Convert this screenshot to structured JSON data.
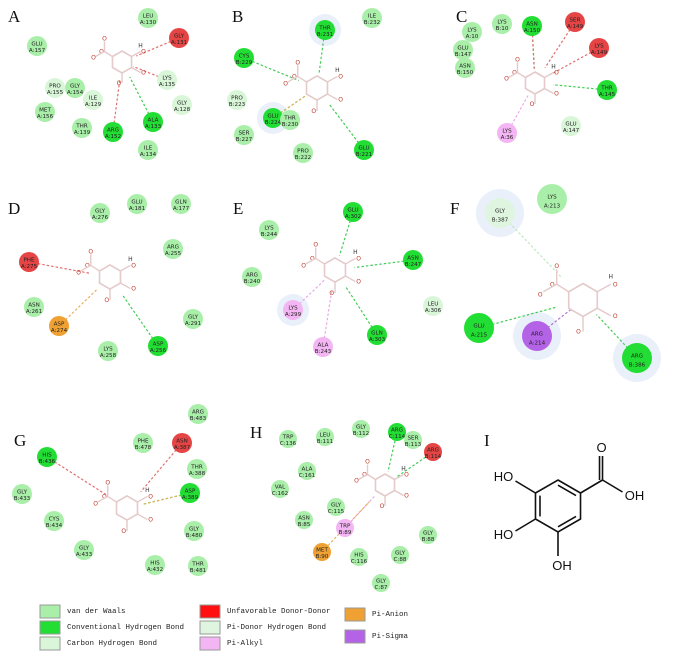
{
  "colors": {
    "vdw": "#a9efa9",
    "conv": "#22dd33",
    "carbon": "#d9f6d9",
    "unfav": "#e64545",
    "pidonor": "#dff5df",
    "pialkyl": "#f3b5f3",
    "pianion": "#f0a133",
    "pisigma": "#b463e6",
    "unfav_box": "#ff1010"
  },
  "panels": [
    {
      "label": "A",
      "residues": [
        {
          "res": "LEU",
          "id": "A:130",
          "type": "vdw"
        },
        {
          "res": "GLY",
          "id": "A:131",
          "type": "unfav"
        },
        {
          "res": "GLU",
          "id": "A:157",
          "type": "vdw"
        },
        {
          "res": "PRO",
          "id": "A:155",
          "type": "carbon"
        },
        {
          "res": "GLY",
          "id": "A:154",
          "type": "vdw"
        },
        {
          "res": "ILE",
          "id": "A:129",
          "type": "carbon"
        },
        {
          "res": "LYS",
          "id": "A:135",
          "type": "carbon"
        },
        {
          "res": "GLY",
          "id": "A:128",
          "type": "carbon"
        },
        {
          "res": "MET",
          "id": "A:156",
          "type": "vdw"
        },
        {
          "res": "THR",
          "id": "A:139",
          "type": "vdw"
        },
        {
          "res": "ARG",
          "id": "A:152",
          "type": "conv"
        },
        {
          "res": "ALA",
          "id": "A:133",
          "type": "conv"
        },
        {
          "res": "ILE",
          "id": "A:134",
          "type": "vdw"
        }
      ]
    },
    {
      "label": "B",
      "residues": [
        {
          "res": "THR",
          "id": "B:231",
          "type": "conv"
        },
        {
          "res": "ILE",
          "id": "B:232",
          "type": "vdw"
        },
        {
          "res": "CYS",
          "id": "B:229",
          "type": "conv"
        },
        {
          "res": "PRO",
          "id": "B:223",
          "type": "carbon"
        },
        {
          "res": "GLU",
          "id": "B:224",
          "type": "conv"
        },
        {
          "res": "THR",
          "id": "B:230",
          "type": "vdw"
        },
        {
          "res": "SER",
          "id": "B:227",
          "type": "vdw"
        },
        {
          "res": "PRO",
          "id": "B:222",
          "type": "vdw"
        },
        {
          "res": "GLU",
          "id": "B:221",
          "type": "conv"
        }
      ]
    },
    {
      "label": "C",
      "residues": [
        {
          "res": "LYS",
          "id": "A:10",
          "type": "vdw"
        },
        {
          "res": "LYS",
          "id": "B:10",
          "type": "vdw"
        },
        {
          "res": "ASN",
          "id": "A:150",
          "type": "conv"
        },
        {
          "res": "SER",
          "id": "A:149",
          "type": "unfav"
        },
        {
          "res": "LYS",
          "id": "A:149",
          "type": "unfav"
        },
        {
          "res": "ASN",
          "id": "B:150",
          "type": "vdw"
        },
        {
          "res": "THR",
          "id": "A:145",
          "type": "conv"
        },
        {
          "res": "GLU",
          "id": "A:147",
          "type": "carbon"
        },
        {
          "res": "LYS",
          "id": "A:36",
          "type": "pialkyl"
        },
        {
          "res": "GLU",
          "id": "B:147",
          "type": "vdw"
        }
      ]
    },
    {
      "label": "D",
      "residues": [
        {
          "res": "GLY",
          "id": "A:276",
          "type": "vdw"
        },
        {
          "res": "GLU",
          "id": "A:181",
          "type": "vdw"
        },
        {
          "res": "GLN",
          "id": "A:177",
          "type": "vdw"
        },
        {
          "res": "ARG",
          "id": "A:255",
          "type": "vdw"
        },
        {
          "res": "PHE",
          "id": "A:275",
          "type": "unfav"
        },
        {
          "res": "ASN",
          "id": "A:261",
          "type": "vdw"
        },
        {
          "res": "ASP",
          "id": "A:274",
          "type": "pianion"
        },
        {
          "res": "GLY",
          "id": "A:291",
          "type": "vdw"
        },
        {
          "res": "LYS",
          "id": "A:258",
          "type": "vdw"
        },
        {
          "res": "ASP",
          "id": "A:256",
          "type": "conv"
        }
      ]
    },
    {
      "label": "E",
      "residues": [
        {
          "res": "GLU",
          "id": "A:302",
          "type": "conv"
        },
        {
          "res": "LYS",
          "id": "B:244",
          "type": "vdw"
        },
        {
          "res": "ARG",
          "id": "B:240",
          "type": "vdw"
        },
        {
          "res": "ASN",
          "id": "B:247",
          "type": "conv"
        },
        {
          "res": "LYS",
          "id": "A:299",
          "type": "pialkyl"
        },
        {
          "res": "LEU",
          "id": "A:306",
          "type": "carbon"
        },
        {
          "res": "GLN",
          "id": "A:303",
          "type": "conv"
        },
        {
          "res": "ALA",
          "id": "B:243",
          "type": "pialkyl"
        }
      ]
    },
    {
      "label": "F",
      "residues": [
        {
          "res": "GLY",
          "id": "B:387",
          "type": "pidonor"
        },
        {
          "res": "LYS",
          "id": "A:213",
          "type": "vdw"
        },
        {
          "res": "GLU",
          "id": "A:215",
          "type": "conv"
        },
        {
          "res": "ARG",
          "id": "A:214",
          "type": "pisigma"
        },
        {
          "res": "ARG",
          "id": "B:386",
          "type": "conv"
        }
      ]
    },
    {
      "label": "G",
      "residues": [
        {
          "res": "ARG",
          "id": "B:483",
          "type": "vdw"
        },
        {
          "res": "PHE",
          "id": "B:478",
          "type": "vdw"
        },
        {
          "res": "ASN",
          "id": "A:387",
          "type": "unfav"
        },
        {
          "res": "HIS",
          "id": "B:436",
          "type": "conv"
        },
        {
          "res": "THR",
          "id": "A:388",
          "type": "vdw"
        },
        {
          "res": "ASP",
          "id": "A:389",
          "type": "conv"
        },
        {
          "res": "GLY",
          "id": "B:433",
          "type": "vdw"
        },
        {
          "res": "CYS",
          "id": "B:434",
          "type": "vdw"
        },
        {
          "res": "GLY",
          "id": "B:480",
          "type": "vdw"
        },
        {
          "res": "GLY",
          "id": "A:433",
          "type": "vdw"
        },
        {
          "res": "HIS",
          "id": "A:432",
          "type": "vdw"
        },
        {
          "res": "THR",
          "id": "B:481",
          "type": "vdw"
        }
      ]
    },
    {
      "label": "H",
      "residues": [
        {
          "res": "TRP",
          "id": "C:136",
          "type": "vdw"
        },
        {
          "res": "LEU",
          "id": "B:111",
          "type": "vdw"
        },
        {
          "res": "GLY",
          "id": "B:112",
          "type": "vdw"
        },
        {
          "res": "ARG",
          "id": "C:114",
          "type": "conv"
        },
        {
          "res": "SER",
          "id": "B:113",
          "type": "vdw"
        },
        {
          "res": "ARG",
          "id": "B:114",
          "type": "unfav"
        },
        {
          "res": "ALA",
          "id": "C:161",
          "type": "vdw"
        },
        {
          "res": "VAL",
          "id": "C:162",
          "type": "vdw"
        },
        {
          "res": "GLY",
          "id": "C:115",
          "type": "vdw"
        },
        {
          "res": "ASN",
          "id": "B:85",
          "type": "vdw"
        },
        {
          "res": "TRP",
          "id": "B:89",
          "type": "pialkyl"
        },
        {
          "res": "GLY",
          "id": "B:88",
          "type": "vdw"
        },
        {
          "res": "MET",
          "id": "B:90",
          "type": "pianion"
        },
        {
          "res": "HIS",
          "id": "C:116",
          "type": "vdw"
        },
        {
          "res": "GLY",
          "id": "C:88",
          "type": "vdw"
        },
        {
          "res": "GLY",
          "id": "C:87",
          "type": "vdw"
        }
      ]
    }
  ],
  "ligand_atoms": {
    "o": "O",
    "h": "H"
  },
  "structure": {
    "label": "I",
    "carbonyl_o": "O",
    "oh_right": "OH",
    "ho_top": "HO",
    "ho_mid": "HO",
    "oh_bottom": "OH"
  },
  "legend": [
    {
      "key": "vdw",
      "label": "van der Waals"
    },
    {
      "key": "conv",
      "label": "Conventional Hydrogen Bond"
    },
    {
      "key": "carbon",
      "label": "Carbon Hydrogen Bond"
    },
    {
      "key": "unfav_box",
      "label": "Unfavorable Donor-Donor"
    },
    {
      "key": "pidonor",
      "label": "Pi-Donor Hydrogen Bond"
    },
    {
      "key": "pialkyl",
      "label": "Pi-Alkyl"
    },
    {
      "key": "pianion",
      "label": "Pi-Anion"
    },
    {
      "key": "pisigma",
      "label": "Pi-Sigma"
    }
  ]
}
